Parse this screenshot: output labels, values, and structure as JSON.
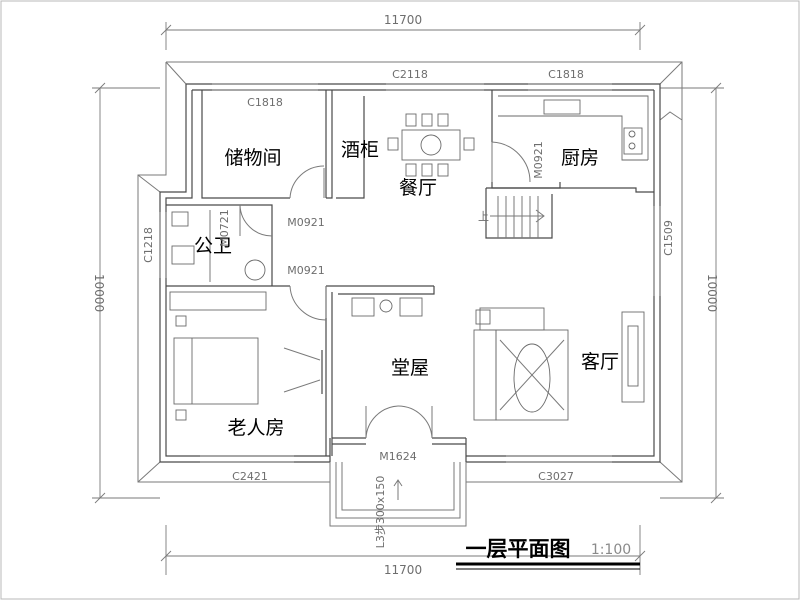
{
  "drawing": {
    "title": "一层平面图",
    "scale": "1:100",
    "dimensions": {
      "top_width": "11700",
      "bottom_width": "11700",
      "left_height": "10000",
      "right_height": "10000"
    },
    "rooms": {
      "storage": "储物间",
      "wine_cabinet": "酒柜",
      "dining": "餐厅",
      "kitchen": "厨房",
      "bathroom": "公卫",
      "hall": "堂屋",
      "living": "客厅",
      "elder_room": "老人房"
    },
    "openings": {
      "window_storage": "C1818",
      "window_dining": "C2118",
      "window_kitchen": "C1818",
      "window_left": "C1218",
      "window_right": "C1509",
      "window_elder": "C2421",
      "window_living": "C3027",
      "door_kitchen": "M0921",
      "door_storage": "M0921",
      "door_bath": "M0721",
      "door_elder": "M0921",
      "door_main": "M1624"
    },
    "steps_note": "L3步300x150",
    "stair_mark": "上"
  }
}
